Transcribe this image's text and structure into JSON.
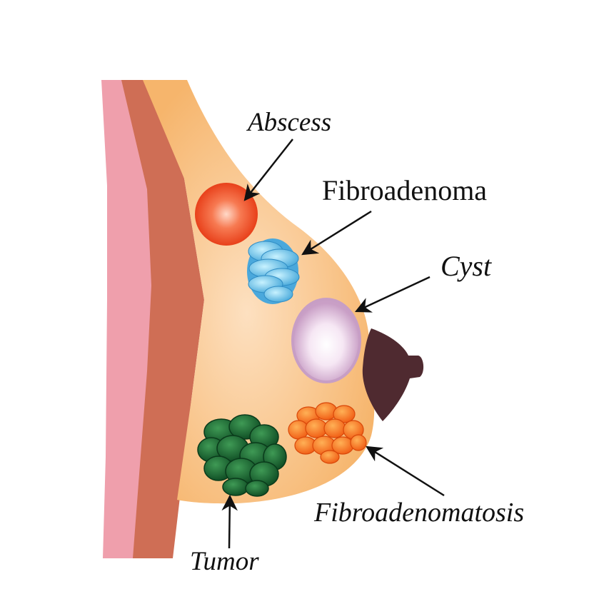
{
  "diagram": {
    "labels": {
      "abscess": "Abscess",
      "fibroadenoma": "Fibroadenoma",
      "cyst": "Cyst",
      "fibroadenomatosis": "Fibroadenomatosis",
      "tumor": "Tumor"
    },
    "colors": {
      "background": "#ffffff",
      "skin_outer": "#ef9fac",
      "muscle": "#cf6e55",
      "breast_tissue": "#f8c283",
      "nipple": "#4f2a30",
      "abscess": "#f0502a",
      "fibroadenoma": "#6cc4e6",
      "cyst": "#d8b3d6",
      "tumor": "#1e6a36",
      "fibroadenomatosis": "#f4781c",
      "arrow": "#111111"
    }
  }
}
